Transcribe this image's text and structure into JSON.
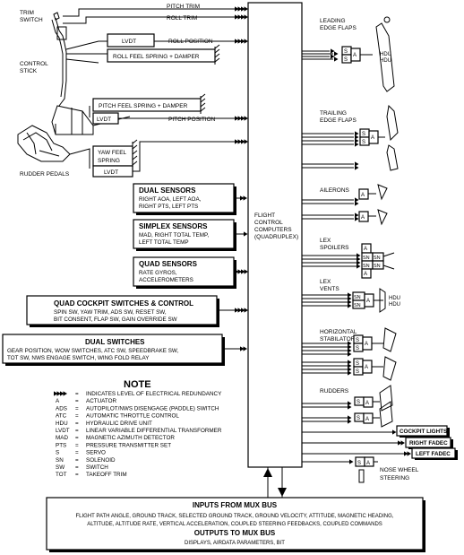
{
  "pilot_inputs": {
    "trim_switch": [
      "TRIM",
      "SWITCH"
    ],
    "control_stick": [
      "CONTROL",
      "STICK"
    ],
    "rudder_pedals": "RUDDER PEDALS",
    "pitch_trim": "PITCH TRIM",
    "roll_trim": "ROLL TRIM",
    "lvdt_roll": "LVDT",
    "roll_position": "ROLL POSITION",
    "roll_feel": "ROLL FEEL SPRING + DAMPER",
    "pitch_feel": "PITCH FEEL SPRING + DAMPER",
    "lvdt_pitch": "LVDT",
    "pitch_position": "PITCH POSITION",
    "yaw_feel": [
      "YAW FEEL",
      "SPRING"
    ],
    "lvdt_yaw": "LVDT"
  },
  "sensor_boxes": {
    "dual": {
      "title": "DUAL SENSORS",
      "lines": [
        "RIGHT AOA, LEFT AOA,",
        "RIGHT PTS, LEFT PTS"
      ]
    },
    "simplex": {
      "title": "SIMPLEX SENSORS",
      "lines": [
        "MAD, RIGHT TOTAL TEMP,",
        "LEFT TOTAL TEMP"
      ]
    },
    "quad": {
      "title": "QUAD SENSORS",
      "lines": [
        "RATE GYROS,",
        "ACCELEROMETERS"
      ]
    },
    "quad_cockpit": {
      "title": "QUAD COCKPIT SWITCHES & CONTROL",
      "lines": [
        "SPIN SW, YAW TRIM, ADS SW, RESET SW,",
        "BIT CONSENT, FLAP SW, GAIN OVERRIDE SW"
      ]
    },
    "dual_switches": {
      "title": "DUAL SWITCHES",
      "lines": [
        "GEAR POSITION, WOW SWITCHES, ATC SW, SPEEDBRAKE SW,",
        "TOT SW, NWS ENGAGE SWITCH, WING FOLD RELAY"
      ]
    }
  },
  "fcc": [
    "FLIGHT",
    "CONTROL",
    "COMPUTERS",
    "(QUADRUPLEX)"
  ],
  "outputs": {
    "leading_edge": [
      "LEADING",
      "EDGE FLAPS"
    ],
    "trailing_edge": [
      "TRAILING",
      "EDGE FLAPS"
    ],
    "ailerons": "AILERONS",
    "lex_spoilers": [
      "LEX",
      "SPOILERS"
    ],
    "lex_vents": [
      "LEX",
      "VENTS"
    ],
    "horizontal_stabilators": [
      "HORIZONTAL",
      "STABILATORS"
    ],
    "rudders": "RUDDERS",
    "nose_wheel": [
      "NOSE WHEEL",
      "STEERING"
    ],
    "hdu": "HDU",
    "cockpit_lights": "COCKPIT LIGHTS",
    "right_fadec": "RIGHT FADEC",
    "left_fadec": "LEFT FADEC",
    "cell_s": "S",
    "cell_a": "A",
    "cell_sn": "SN"
  },
  "note": {
    "title": "NOTE",
    "entries": [
      {
        "abbr": "",
        "def": "INDICATES LEVEL OF ELECTRICAL REDUNDANCY"
      },
      {
        "abbr": "A",
        "def": "ACTUATOR"
      },
      {
        "abbr": "ADS",
        "def": "AUTOPILOT/NWS DISENGAGE (PADDLE) SWITCH"
      },
      {
        "abbr": "ATC",
        "def": "AUTOMATIC THROTTLE CONTROL"
      },
      {
        "abbr": "HDU",
        "def": "HYDRAULIC DRIVE UNIT"
      },
      {
        "abbr": "LVDT",
        "def": "LINEAR VARIABLE DIFFERENTIAL TRANSFORMER"
      },
      {
        "abbr": "MAD",
        "def": "MAGNETIC AZIMUTH DETECTOR"
      },
      {
        "abbr": "PTS",
        "def": "PRESSURE TRANSMITTER SET"
      },
      {
        "abbr": "S",
        "def": "SERVO"
      },
      {
        "abbr": "SN",
        "def": "SOLENOID"
      },
      {
        "abbr": "SW",
        "def": "SWITCH"
      },
      {
        "abbr": "TOT",
        "def": "TAKEOFF TRIM"
      }
    ],
    "eq": "="
  },
  "mux": {
    "inputs_title": "INPUTS FROM MUX BUS",
    "inputs_lines": [
      "FLIGHT PATH ANGLE, GROUND TRACK, SELECTED GROUND TRACK, GROUND VELOCITY, ATTITUDE, MAGNETIC HEADING,",
      "ALTITUDE, ALTITUDE RATE, VERTICAL ACCELERATION, COUPLED STEERING FEEDBACKS, COUPLED COMMANDS"
    ],
    "outputs_title": "OUTPUTS TO MUX BUS",
    "outputs_line": "DISPLAYS, AIRDATA PARAMETERS, BIT"
  }
}
